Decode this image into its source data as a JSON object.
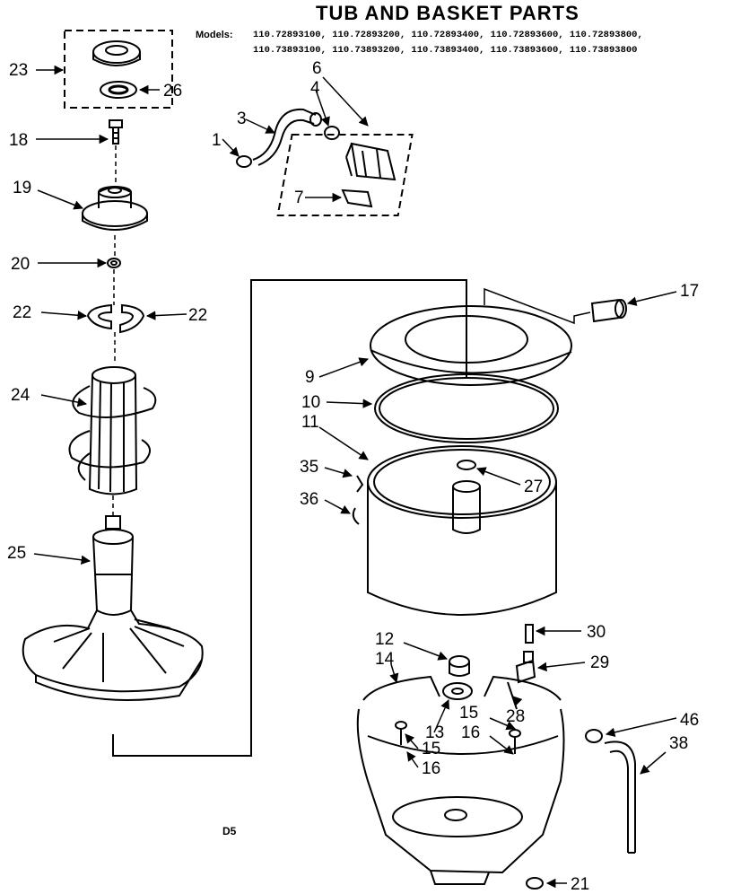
{
  "title": "TUB AND BASKET PARTS",
  "models": {
    "label": "Models:",
    "line1": "110.72893100, 110.72893200, 110.72893400, 110.72893600, 110.72893800,",
    "line2": "110.73893100, 110.73893200, 110.73893400, 110.73893600, 110.73893800"
  },
  "callouts": {
    "c1": "1",
    "c3": "3",
    "c4": "4",
    "c6": "6",
    "c7": "7",
    "c9": "9",
    "c10": "10",
    "c11": "11",
    "c12": "12",
    "c13": "13",
    "c14": "14",
    "c15a": "15",
    "c15b": "15",
    "c16a": "16",
    "c16b": "16",
    "c17": "17",
    "c18": "18",
    "c19": "19",
    "c20": "20",
    "c21": "21",
    "c22a": "22",
    "c22b": "22",
    "c23": "23",
    "c24": "24",
    "c25": "25",
    "c26": "26",
    "c27": "27",
    "c28": "28",
    "c29": "29",
    "c30": "30",
    "c35": "35",
    "c36": "36",
    "c38": "38",
    "c46": "46"
  },
  "diagram_code": "D5"
}
